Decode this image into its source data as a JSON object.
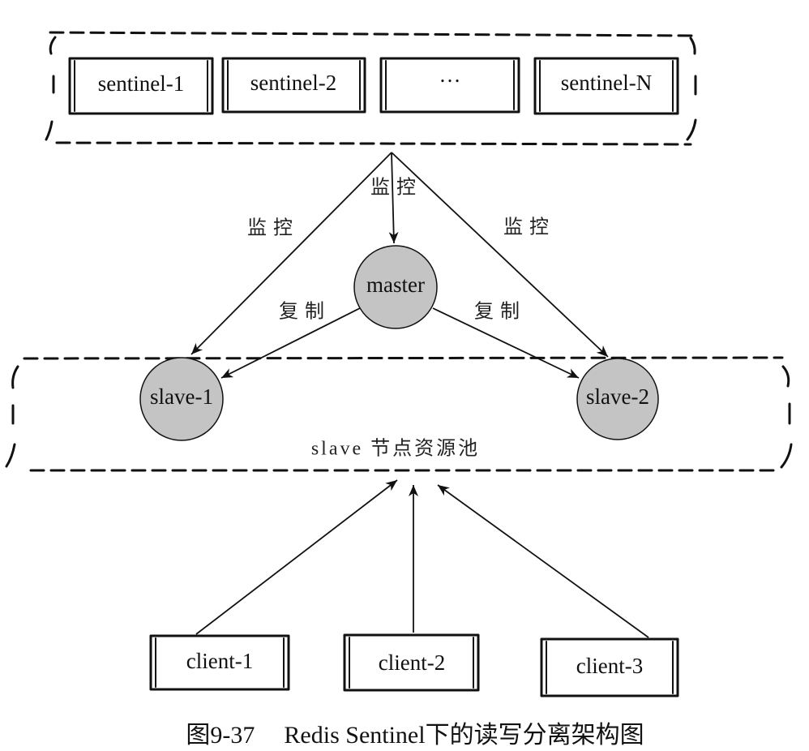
{
  "sentinels": [
    {
      "label": "sentinel-1"
    },
    {
      "label": "sentinel-2"
    },
    {
      "label": "…"
    },
    {
      "label": "sentinel-N"
    }
  ],
  "monitor_edges": [
    {
      "label": "监控"
    },
    {
      "label": "监控"
    },
    {
      "label": "监控"
    }
  ],
  "master": {
    "label": "master"
  },
  "replication_edges": [
    {
      "label": "复制"
    },
    {
      "label": "复制"
    }
  ],
  "slave_pool": {
    "label": "slave 节点资源池",
    "slaves": [
      {
        "label": "slave-1"
      },
      {
        "label": "slave-2"
      }
    ]
  },
  "clients": [
    {
      "label": "client-1"
    },
    {
      "label": "client-2"
    },
    {
      "label": "client-3"
    }
  ],
  "caption": {
    "number": "图9-37",
    "title": "Redis Sentinel下的读写分离架构图"
  },
  "colors": {
    "background": "#ffffff",
    "stroke": "#111111",
    "node_fill": "#c4c4c4"
  }
}
